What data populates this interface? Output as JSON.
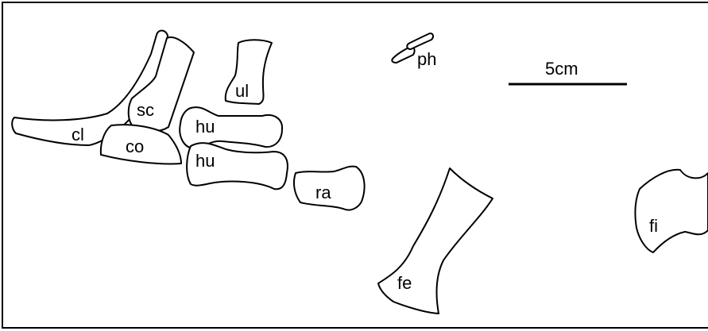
{
  "labels": {
    "cl": "cl",
    "sc": "sc",
    "co": "co",
    "hu_upper": "hu",
    "hu_lower": "hu",
    "ul": "ul",
    "ra": "ra",
    "ph": "ph",
    "fe": "fe",
    "fi": "fi"
  },
  "scale_bar": {
    "label": "5cm"
  },
  "colors": {
    "stroke": "#000000",
    "fill": "#ffffff",
    "background": "#ffffff"
  }
}
